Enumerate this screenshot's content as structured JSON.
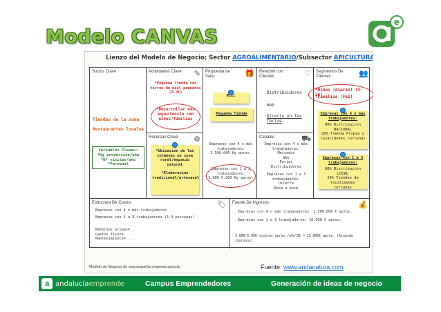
{
  "slide": {
    "title": "Modelo CANVAS"
  },
  "logo": {
    "letter": "a",
    "superscript": "e",
    "color": "#43a047"
  },
  "canvas": {
    "header_prefix": "Lienzo del Modelo de Negocio: Sector ",
    "sector": "AGROALIMENTARIO",
    "header_mid": "/Subsector ",
    "subsector": "APICULTURA",
    "blocks": {
      "socios": "Socios Clave",
      "actividades": "Actividades Clave",
      "propuesta": "Propuesta de\nValor",
      "relacion": "Relación con\nClientes",
      "segmentos": "Segmentos De\nClientes",
      "recursos": "Recursos Clave",
      "canales": "Canales",
      "costos": "Estructura De Costos",
      "ingresos": "Fuente De Ingresos"
    },
    "notes": {
      "socios_1": "Tiendas de la zona",
      "socios_2": "Restaurantes locales",
      "variables": "Variables Claves:\n*Kg producción/año\n*Nº visitas/año\n*Personal",
      "act_1": "*Pequeña Tienda con\ntarros de miel pequeños\n(2-3€)",
      "act_2": "*Desarrollar una\nexperiencia con\nniños/familias",
      "miel": "MIEL",
      "tienda": "Pequeña Tienda",
      "prop_emp1": "Empresas con 4 o más\ntrabajadores:\n3.500.000 Kg aprox.",
      "prop_emp2": "Empresas con 1 a 3\ntrabajadores:\n2.000-5.000 Kg aprox.",
      "rel_1": "Distribuidores",
      "rel_2": "Web",
      "rel_3": "Directo en las\nferias",
      "seg_1": "*Niños (diario) (3-5€)",
      "seg_2": "*Familias (F&S)",
      "seg_s1_title": "Empresas con 4 o más\ntrabajadores:",
      "seg_s1_body": "80% Distribución\nNACIONAL\n20% Tienda Propia y\nlocalidades cercanas",
      "seg_s2_title": "Empresas con 1 a 3\ntrabajadores:",
      "seg_s2_body": "80% Distribución LOCAL\n20% Tiendas de localidades\ncercanas",
      "rec_1": "*Ubicación de las\ncolmenas en zona\nrural/espacio natural",
      "rec_2": "*Elaboración\ntradicional/artesanal",
      "can_1": "Empresas con 4 o más\ntrabajadores:\nMercados\nWeb\nFerias\nDistribuidores",
      "can_2": "Empresas con 1 a 3\ntrabajadores:\nDirecta\nBoca a boca",
      "cost_1": "Empresas con 4 o más trabajadores",
      "cost_2": "Empresas con 1 a 3 trabajadores (1-3 personas)",
      "cost_3": "Materias primas=\nGastos fijos=\nMantenimiento= ...",
      "ing_1": "Empresas con 4 o más trabajadores: 1.500.000 € aprox.",
      "ing_2": "Empresas con 1 a 3 trabajadores: 10.000 € aprox.",
      "ing_3": "3.000-5.000 visitas aprox./año*3€ = 15.000€ aprox. (Acogida ingresos)"
    },
    "footnote": "Modelo de Negocio de una pequeña empresa apícola"
  },
  "source": {
    "label": "Fuente: ",
    "link": "www.andanatura.com"
  },
  "bottom_bar": {
    "brand_icon": "a",
    "brand_part1": "andalucía",
    "brand_part2": "emprende",
    "campus": "Campus Emprendedores",
    "generation": "Generación de ideas de negocio"
  }
}
